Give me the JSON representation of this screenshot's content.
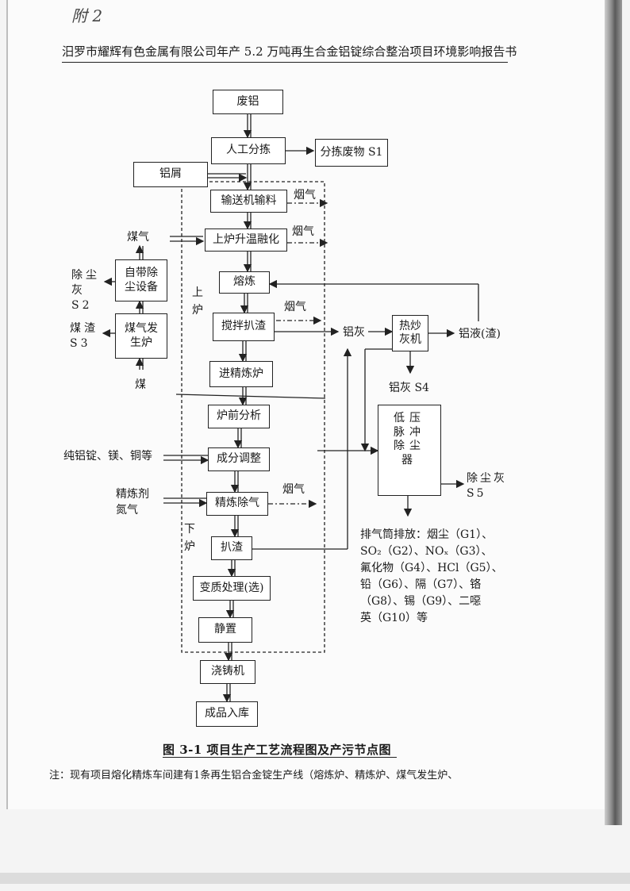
{
  "handwritten_mark": "附 2",
  "header_title": "汨罗市耀辉有色金属有限公司年产 5.2 万吨再生合金铝锭综合整治项目环境影响报告书",
  "boxes": {
    "waste_al": "废铝",
    "manual_sort": "人工分拣",
    "sort_waste": "分拣废物 S1",
    "al_scrap": "铝屑",
    "conveyor": "输送机输料",
    "heat_melt": "上炉升温融化",
    "smelt": "熔炼",
    "stir": "搅拌扒渣",
    "to_refine": "进精炼炉",
    "analysis": "炉前分析",
    "composition": "成分调整",
    "degas": "精炼除气",
    "dross": "扒渣",
    "modify": "变质处理(选)",
    "settle": "静置",
    "cast": "浇铸机",
    "storage": "成品入库",
    "dust_equip": "自带除尘设备",
    "gasifier": "煤气发生炉",
    "hot_fry": "热炒灰机",
    "pulse_dust": "低压脉冲除尘器"
  },
  "labels": {
    "fume": "烟气",
    "coal_gas": "煤气",
    "dust_ash_s2": "除尘灰 S2",
    "coal_slag_s3": "煤渣 S3",
    "coal": "煤",
    "upper_furnace": "上炉",
    "lower_furnace": "下炉",
    "al_ash": "铝灰",
    "al_liquid": "铝液(渣)",
    "al_ash_s4": "铝灰 S4",
    "dust_ash_s5": "除尘灰 S5",
    "pure_ingot": "纯铝锭、镁、铜等",
    "refining_agent": "精炼剂",
    "nitrogen": "氮气",
    "emission_lines": [
      "排气筒排放：烟尘（G1）、",
      "SO₂（G2）、NOₓ（G3）、",
      "氟化物（G4）、HCl（G5）、",
      "铅（G6）、隔（G7）、铬",
      "（G8）、锡（G9）、二噁",
      "英（G10）等"
    ]
  },
  "caption": "图 3-1    项目生产工艺流程图及产污节点图",
  "note": "注：现有项目熔化精炼车间建有1条再生铝合金锭生产线（熔炼炉、精炼炉、煤气发生炉、"
}
